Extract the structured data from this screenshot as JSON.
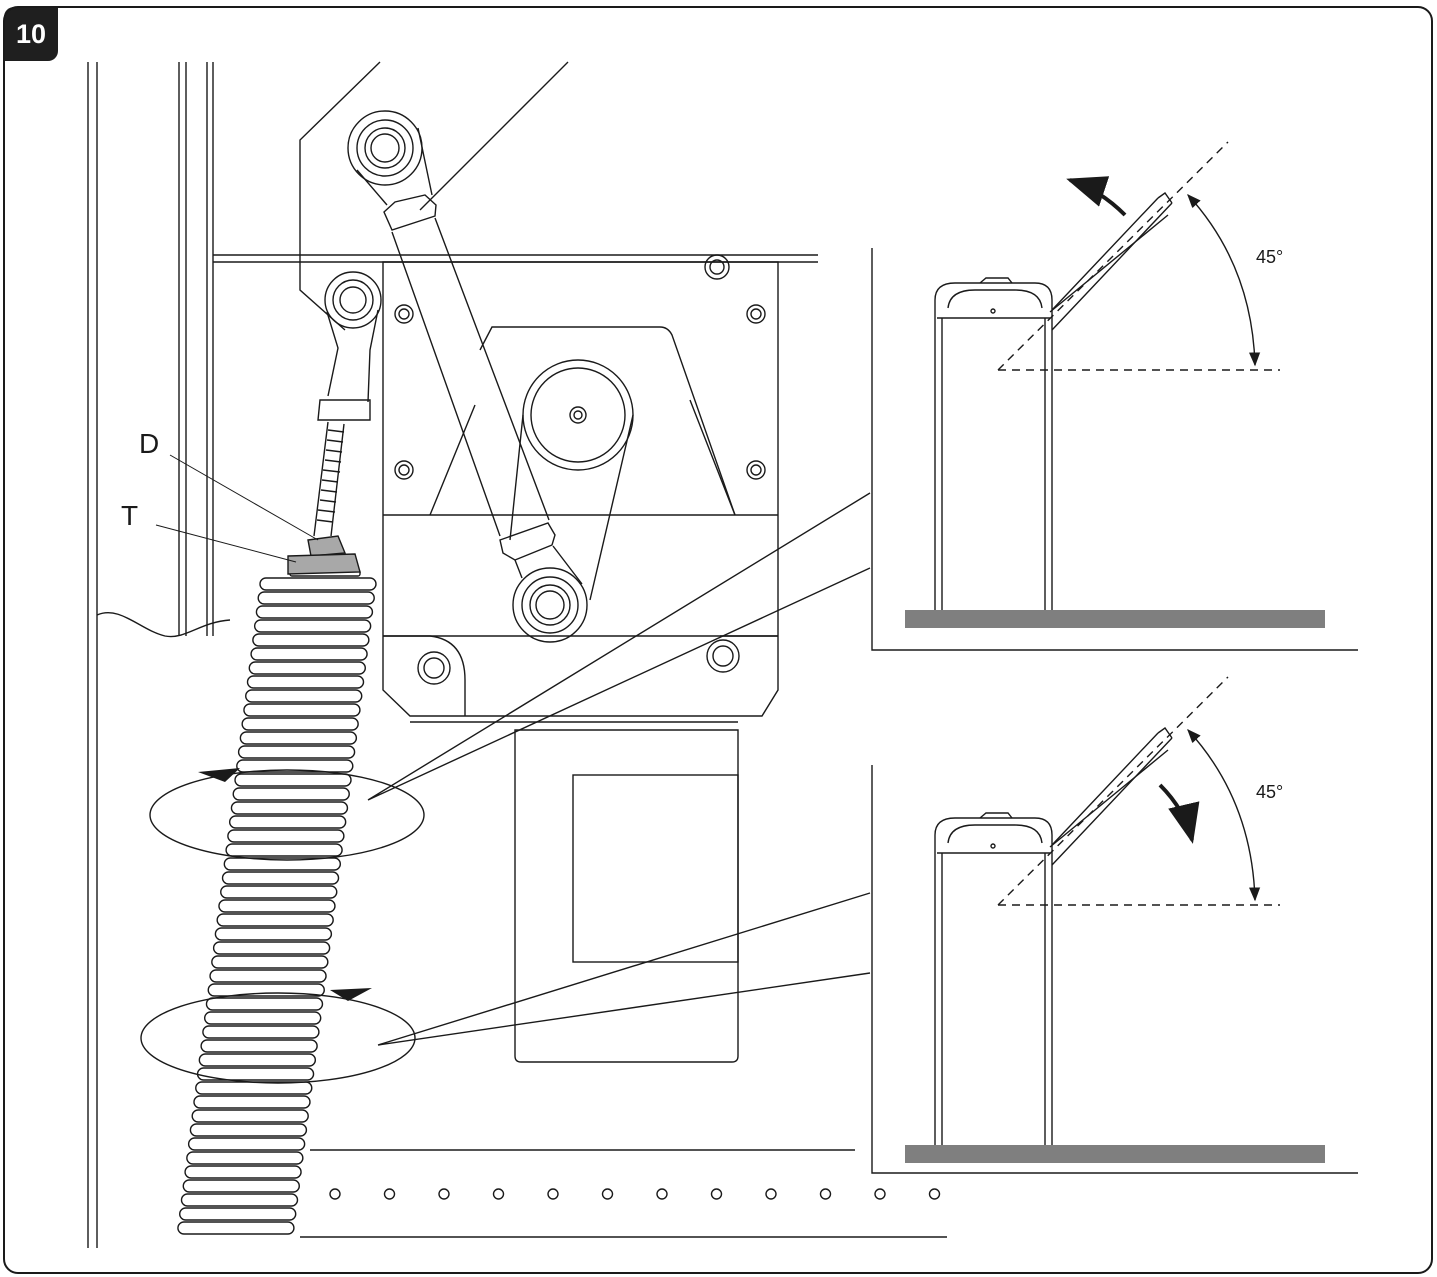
{
  "figure": {
    "number": "10",
    "labels": {
      "nut_d": "D",
      "nut_t": "T"
    },
    "top_view": {
      "angle": "45°"
    },
    "bottom_view": {
      "angle": "45°"
    },
    "colors": {
      "line": "#1a1a1a",
      "ground": "#7f7f7f",
      "nut_fill": "#a8a8a8",
      "badge": "#1f1f1f"
    }
  }
}
